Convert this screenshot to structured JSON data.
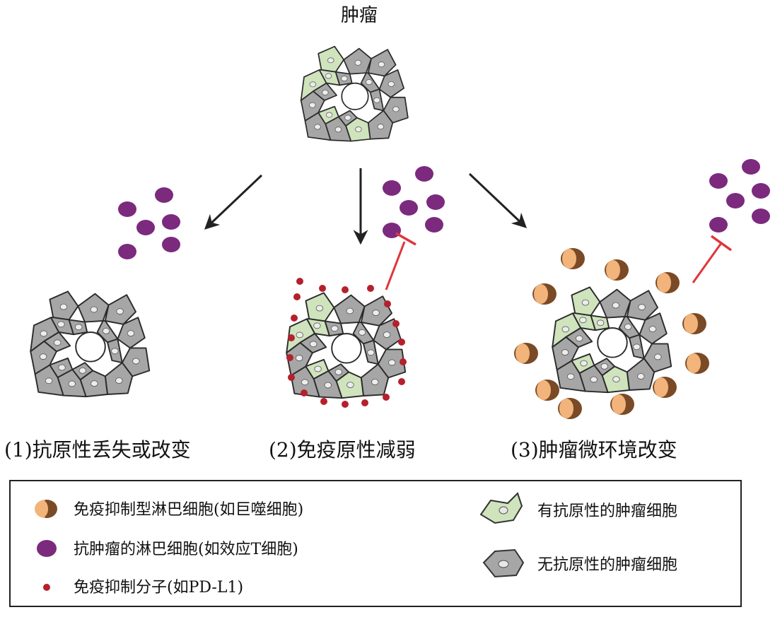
{
  "top_label": "肿瘤",
  "captions": [
    "(1)抗原性丢失或改变",
    "(2)免疫原性减弱",
    "(3)肿瘤微环境改变"
  ],
  "legend": {
    "left": [
      {
        "icon": "macrophage-icon",
        "text": "免疫抑制型淋巴细胞(如巨噬细胞)"
      },
      {
        "icon": "t-cell-icon",
        "text": "抗肿瘤的淋巴细胞(如效应T细胞)"
      },
      {
        "icon": "pd-l1-icon",
        "text": "免疫抑制分子(如PD-L1)"
      }
    ],
    "right": [
      {
        "icon": "antigenic-cell-icon",
        "text": "有抗原性的肿瘤细胞"
      },
      {
        "icon": "non-antigenic-cell-icon",
        "text": "无抗原性的肿瘤细胞"
      }
    ]
  },
  "colors": {
    "gray_cell": "#a6a6a6",
    "green_cell": "#cfe3bd",
    "t_cell": "#7b2a7e",
    "pd_l1": "#b5202c",
    "macrophage_light": "#f2b47a",
    "macrophage_dark": "#7a4a26",
    "inhibit_line": "#e0353a",
    "arrow": "#222222"
  }
}
